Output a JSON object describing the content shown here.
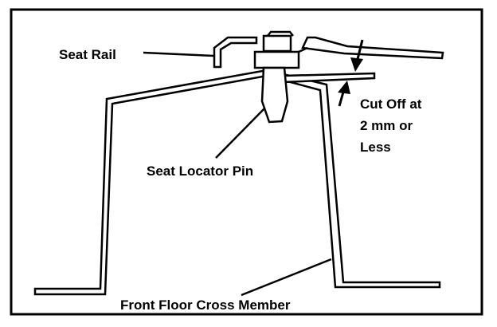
{
  "labels": {
    "seat_rail": "Seat Rail",
    "cut_off_line1": "Cut Off at",
    "cut_off_line2": "2 mm or",
    "cut_off_line3": "Less",
    "locator_pin": "Seat Locator Pin",
    "cross_member": "Front Floor Cross Member"
  },
  "colors": {
    "ink": "#000000",
    "paper": "#ffffff"
  }
}
